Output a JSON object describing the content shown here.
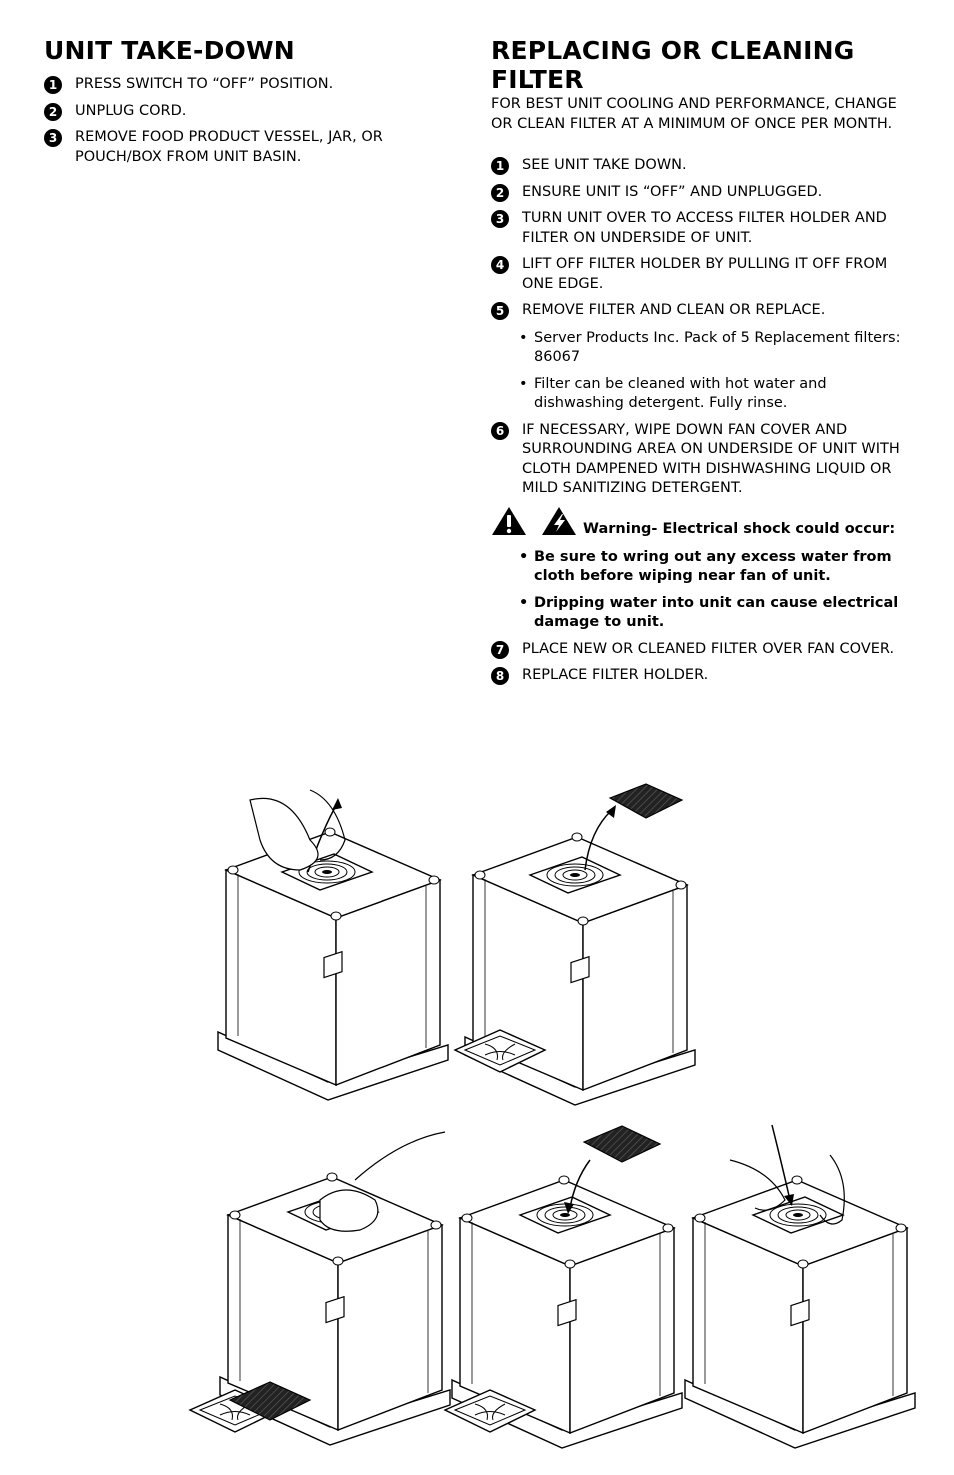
{
  "take_down": {
    "title": "UNIT TAKE-DOWN",
    "steps": [
      {
        "num": "1",
        "text": "PRESS SWITCH TO “OFF” POSITION."
      },
      {
        "num": "2",
        "text": "UNPLUG CORD."
      },
      {
        "num": "3",
        "text": "REMOVE FOOD PRODUCT VESSEL, JAR, OR POUCH/BOX FROM UNIT BASIN."
      }
    ]
  },
  "filter": {
    "title": "REPLACING OR CLEANING FILTER",
    "intro": "FOR BEST UNIT COOLING AND PERFORMANCE, CHANGE OR CLEAN FILTER AT A MINIMUM OF ONCE PER MONTH.",
    "steps": [
      {
        "num": "1",
        "text": "SEE UNIT TAKE DOWN."
      },
      {
        "num": "2",
        "text": "ENSURE UNIT IS “OFF” AND UNPLUGGED."
      },
      {
        "num": "3",
        "text": "TURN UNIT OVER TO ACCESS FILTER HOLDER AND FILTER ON UNDERSIDE OF UNIT."
      },
      {
        "num": "4",
        "text": "LIFT OFF FILTER HOLDER BY PULLING IT OFF FROM ONE EDGE."
      },
      {
        "num": "5",
        "text": "REMOVE FILTER AND CLEAN OR REPLACE.",
        "bullets": [
          "Server Products Inc. Pack of 5 Replacement filters: 86067",
          "Filter can be cleaned with hot water and dishwashing detergent. Fully rinse."
        ]
      },
      {
        "num": "6",
        "text": "IF NECESSARY, WIPE DOWN FAN COVER AND SURROUNDING AREA ON UNDERSIDE OF UNIT WITH CLOTH DAMPENED WITH DISHWASHING LIQUID OR MILD SANITIZING DETERGENT."
      },
      {
        "num": "7",
        "text": "PLACE NEW OR CLEANED FILTER OVER FAN COVER."
      },
      {
        "num": "8",
        "text": "REPLACE FILTER HOLDER."
      }
    ],
    "warning": {
      "heading": "Warning- Electrical shock could occur:",
      "bullets": [
        "Be sure to wring out any excess water from cloth before wiping near fan of unit.",
        "Dripping water into unit can cause electrical damage to unit."
      ]
    }
  },
  "icons": {
    "warning": "exclamation-warning-icon",
    "shock": "electrical-shock-warning-icon"
  }
}
